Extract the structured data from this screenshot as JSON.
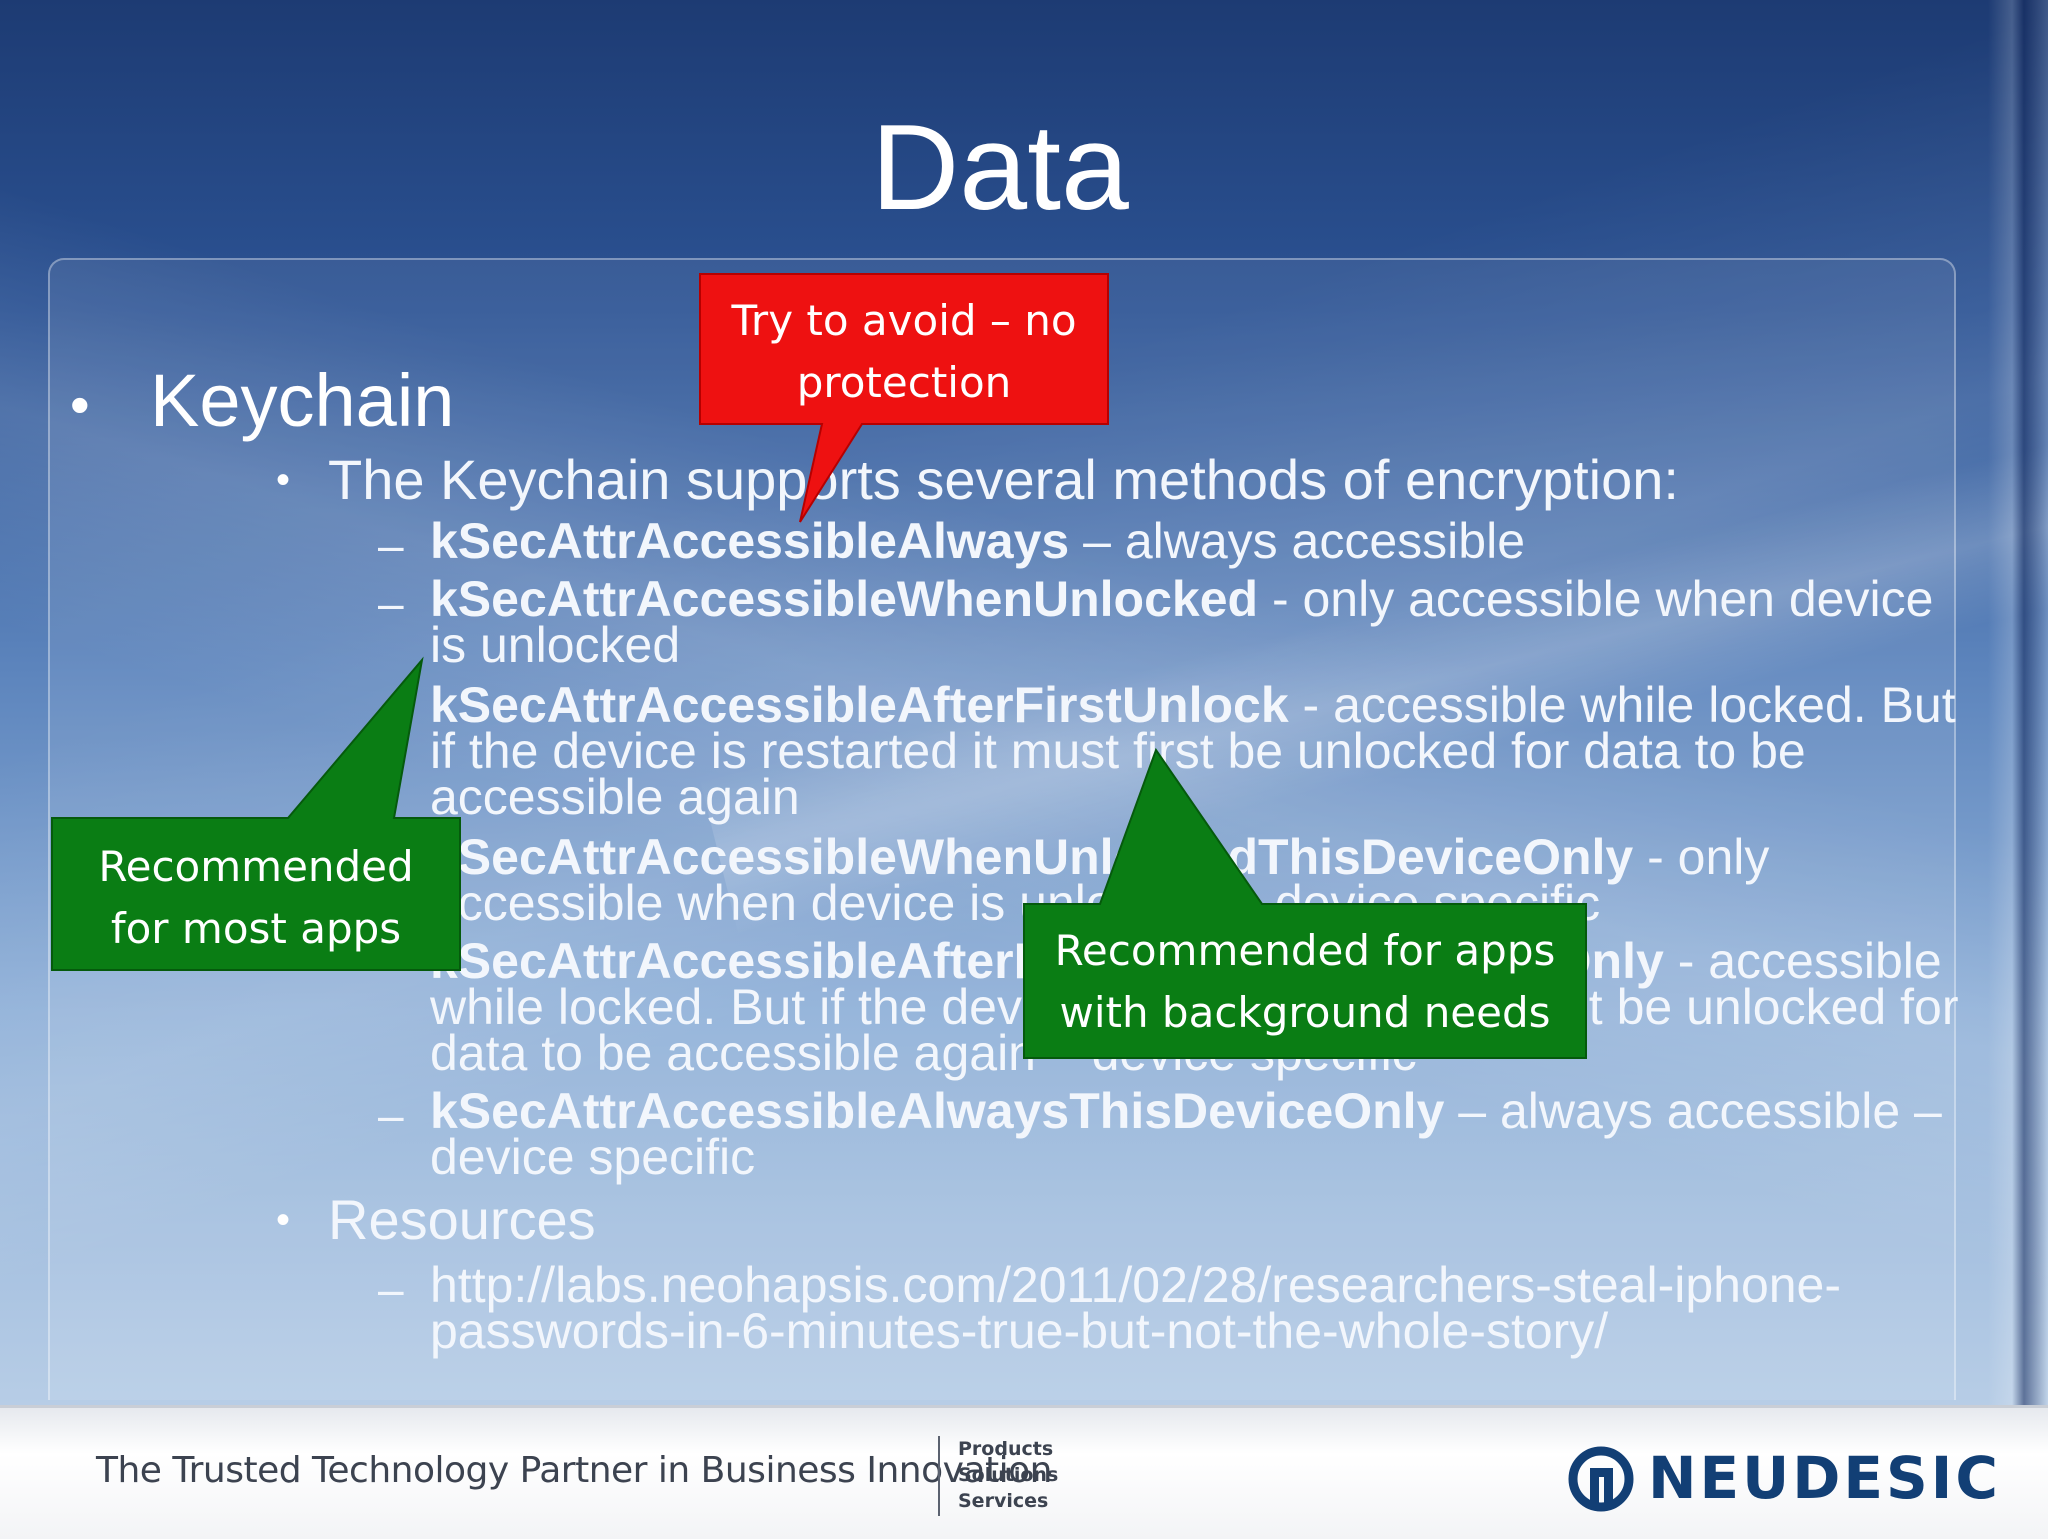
{
  "slide": {
    "title": "Data",
    "bullet_level1_keychain": "Keychain",
    "bullet_level2_intro": "The Keychain supports several methods of encryption:",
    "methods": [
      {
        "name": "kSecAttrAccessibleAlways",
        "desc": " – always accessible"
      },
      {
        "name": "kSecAttrAccessibleWhenUnlocked",
        "desc": " - only accessible when device",
        "desc_cont": "is unlocked"
      },
      {
        "name": "kSecAttrAccessibleAfterFirstUnlock",
        "desc": " - accessible while locked. But",
        "desc_cont": "if the device is restarted it must first be unlocked for data to be",
        "desc_cont2": "accessible again"
      },
      {
        "name": "kSecAttrAccessibleWhenUnlockedThisDeviceOnly",
        "desc": " - only",
        "desc_cont": "accessible when device is unlocked – device specific"
      },
      {
        "name": "kSecAttrAccessibleAfterFirstUnlockThisDeviceOnly",
        "desc": " - accessible",
        "desc_cont": "while locked. But if the device is restarted it must first be unlocked for",
        "desc_cont2": "data to be accessible again – device specific"
      },
      {
        "name": "kSecAttrAccessibleAlwaysThisDeviceOnly",
        "desc": " – always accessible –",
        "desc_cont": "device specific"
      }
    ],
    "bullet_level2_resources": "Resources",
    "resource_link_line1": "http://labs.neohapsis.com/2011/02/28/researchers-steal-iphone-",
    "resource_link_line2": "passwords-in-6-minutes-true-but-not-the-whole-story/"
  },
  "callouts": {
    "avoid_line1": "Try to avoid – no",
    "avoid_line2": "protection",
    "recommended_most_line1": "Recommended",
    "recommended_most_line2": "for most apps",
    "recommended_bg_line1": "Recommended for apps",
    "recommended_bg_line2": "with background needs"
  },
  "footer": {
    "tagline": "The Trusted Technology Partner in Business Innovation",
    "products": "Products",
    "solutions": "Solutions",
    "services": "Services",
    "logo_text": "NEUDESIC"
  },
  "colors": {
    "callout_red": "#ee1111",
    "callout_green": "#0a7d14",
    "logo_blue": "#123f75"
  }
}
